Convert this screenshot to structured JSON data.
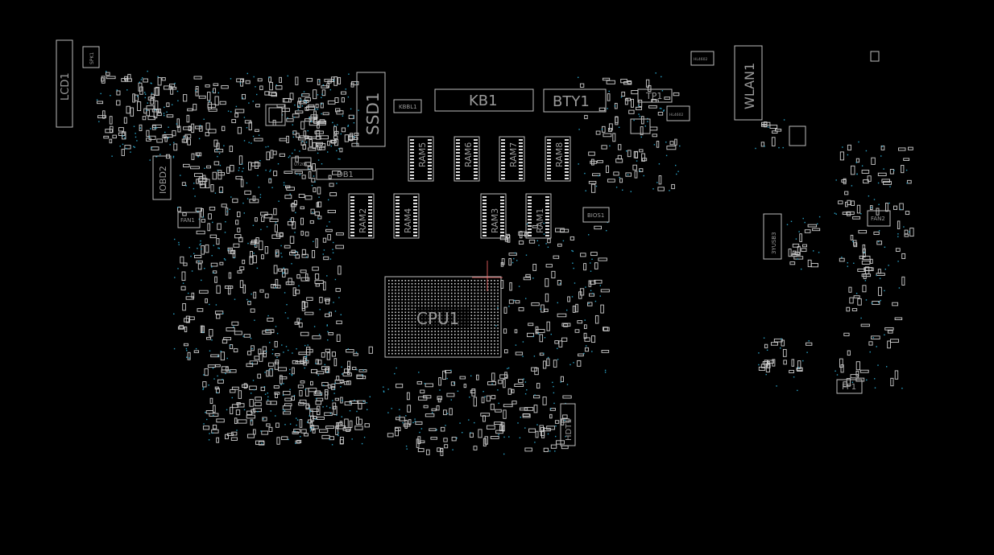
{
  "components": [
    {
      "id": "lcd1",
      "label": "LCD1"
    },
    {
      "id": "spk1",
      "label": "SPK1"
    },
    {
      "id": "ssd1",
      "label": "SSD1"
    },
    {
      "id": "kbbl1",
      "label": "KBBL1"
    },
    {
      "id": "kb1",
      "label": "KB1"
    },
    {
      "id": "bty1",
      "label": "BTY1"
    },
    {
      "id": "tp1",
      "label": "TP1"
    },
    {
      "id": "wlan1",
      "label": "WLAN1"
    },
    {
      "id": "iobd2",
      "label": "IOBD2"
    },
    {
      "id": "fan1",
      "label": "FAN1"
    },
    {
      "id": "db1",
      "label": "DB1"
    },
    {
      "id": "u7204",
      "label": "U7204"
    },
    {
      "id": "ram5",
      "label": "RAM5"
    },
    {
      "id": "ram6",
      "label": "RAM6"
    },
    {
      "id": "ram7",
      "label": "RAM7"
    },
    {
      "id": "ram8",
      "label": "RAM8"
    },
    {
      "id": "ram2",
      "label": "RAM2"
    },
    {
      "id": "ram4",
      "label": "RAM4"
    },
    {
      "id": "ram3",
      "label": "RAM3"
    },
    {
      "id": "ram1",
      "label": "RAM1"
    },
    {
      "id": "bios1",
      "label": "BIOS1"
    },
    {
      "id": "cpu1",
      "label": "CPU1"
    },
    {
      "id": "fan2",
      "label": "FAN2"
    },
    {
      "id": "usb3",
      "label": "3YUSB3"
    },
    {
      "id": "fp1",
      "label": "FP1"
    },
    {
      "id": "hdt1",
      "label": "HDT1"
    },
    {
      "id": "hl4602a",
      "label": "HL4602"
    },
    {
      "id": "hl4602b",
      "label": "HL4602"
    }
  ]
}
